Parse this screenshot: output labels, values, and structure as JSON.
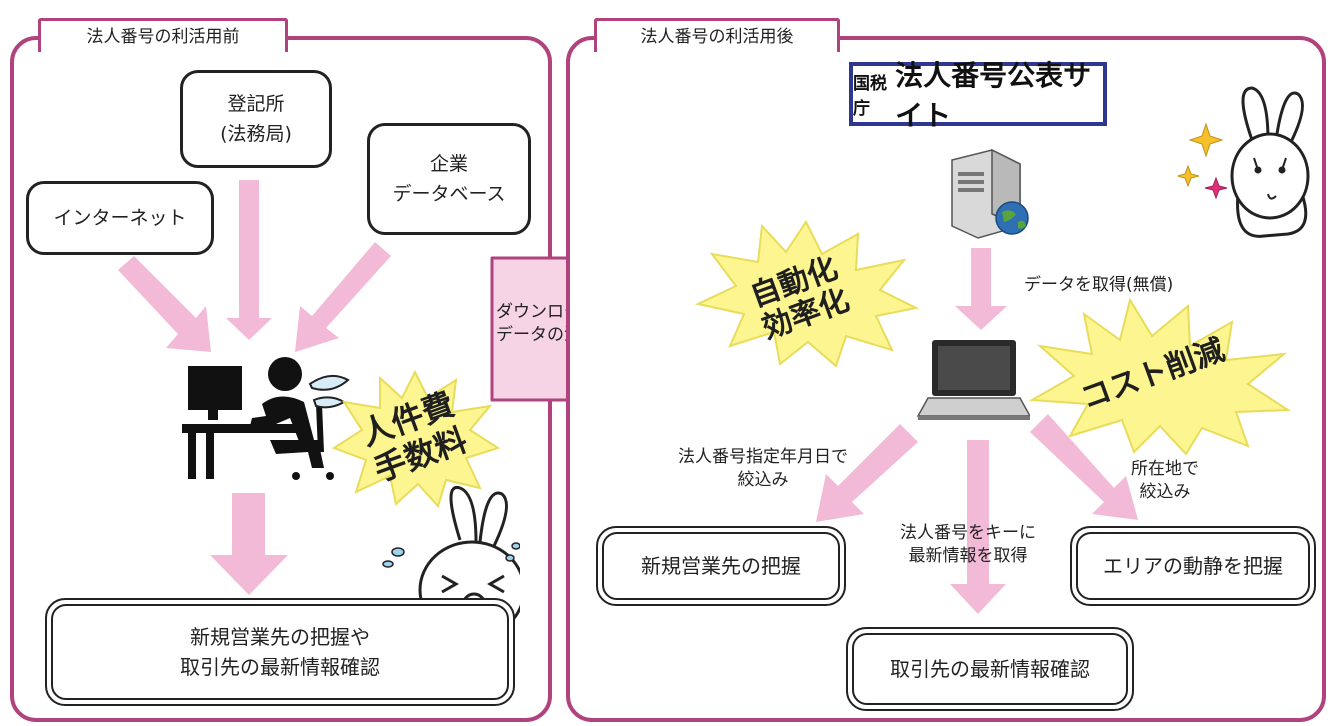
{
  "before": {
    "tab_label": "法人番号の利活用前",
    "sources": [
      {
        "label": "インターネット"
      },
      {
        "label": "登記所\n(法務局)"
      },
      {
        "label": "企業\nデータベース"
      }
    ],
    "burst_text": "人件費\n手数料",
    "result": "新規営業先の把握や\n取引先の最新情報確認"
  },
  "transition": {
    "label": "ダウンロード\nデータの活用"
  },
  "after": {
    "tab_label": "法人番号の利活用後",
    "site": {
      "prefix": "国税庁",
      "name": "法人番号公表サイト"
    },
    "burst_auto": "自動化\n効率化",
    "burst_cost": "コスト削減",
    "get_data_label": "データを取得(無償)",
    "filter_date_label": "法人番号指定年月日で\n絞込み",
    "key_label": "法人番号をキーに\n最新情報を取得",
    "filter_area_label": "所在地で\n絞込み",
    "results": {
      "new_sales": "新規営業先の把握",
      "latest_info": "取引先の最新情報確認",
      "area_trend": "エリアの動静を把握"
    }
  },
  "colors": {
    "panel_border": "#b0437d",
    "arrow_pink": "#f2bad6",
    "burst_yellow": "#fcf590",
    "site_border": "#2f3791"
  }
}
